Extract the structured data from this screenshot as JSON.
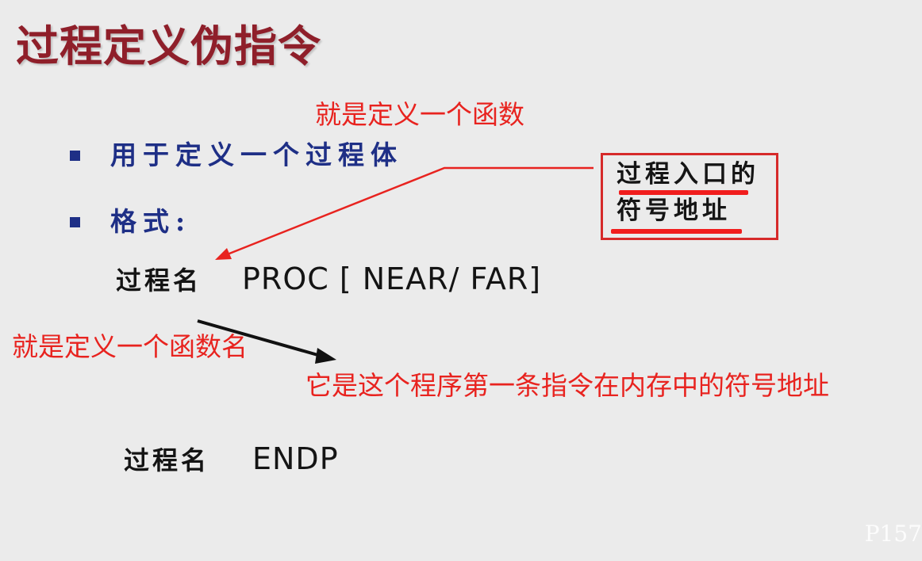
{
  "slide": {
    "title": "过程定义伪指令",
    "bullets": [
      "用于定义一个过程体",
      "格式:"
    ],
    "proc_line": {
      "name": "过程名",
      "directive": "PROC [ NEAR/ FAR]"
    },
    "endp_line": {
      "name": "过程名",
      "directive": "ENDP"
    },
    "page_number": "P157"
  },
  "annotations": {
    "note_function": "就是定义一个函数",
    "note_function_name": "就是定义一个函数名",
    "note_address": "它是这个程序第一条指令在内存中的符号地址",
    "box_line1": "过程入口的",
    "box_line2": "符号地址",
    "colors": {
      "red": "#e8231f",
      "title": "#8f1f2a",
      "bullet_blue": "#1e2f86",
      "box_border": "#d62a2a"
    }
  }
}
